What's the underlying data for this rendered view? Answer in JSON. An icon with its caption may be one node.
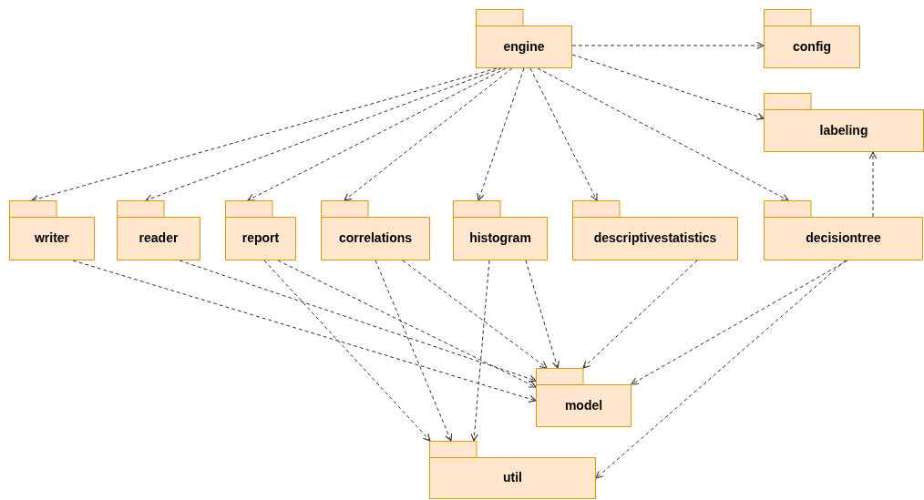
{
  "diagram": {
    "nodes": [
      {
        "text": [
          "engine"
        ]
      },
      {
        "text": [
          "config"
        ]
      },
      {
        "text": [
          "labeling"
        ]
      },
      {
        "text": [
          "writer"
        ]
      },
      {
        "text": [
          "reader"
        ]
      },
      {
        "text": [
          "report"
        ]
      },
      {
        "text": [
          "correlations"
        ]
      },
      {
        "text": [
          "histogram"
        ]
      },
      {
        "text": [
          "descriptivestatistics"
        ]
      },
      {
        "text": [
          "decisiontree"
        ]
      },
      {
        "text": [
          "model"
        ]
      },
      {
        "text": [
          "util"
        ]
      }
    ],
    "edges": [
      {
        "from": 0,
        "to": 1,
        "arrow": "to"
      },
      {
        "from": 0,
        "to": 2,
        "arrow": "to"
      },
      {
        "from": 0,
        "to": 3,
        "arrow": "to"
      },
      {
        "from": 0,
        "to": 4,
        "arrow": "to"
      },
      {
        "from": 0,
        "to": 5,
        "arrow": "to"
      },
      {
        "from": 0,
        "to": 6,
        "arrow": "to"
      },
      {
        "from": 0,
        "to": 7,
        "arrow": "to"
      },
      {
        "from": 0,
        "to": 8,
        "arrow": "to"
      },
      {
        "from": 0,
        "to": 9,
        "arrow": "to"
      },
      {
        "from": 9,
        "to": 2,
        "arrow": "to"
      },
      {
        "from": 3,
        "to": 10,
        "arrow": "to"
      },
      {
        "from": 4,
        "to": 10,
        "arrow": "to"
      },
      {
        "from": 5,
        "to": 10,
        "arrow": "to"
      },
      {
        "from": 5,
        "to": 11,
        "arrow": "to"
      },
      {
        "from": 6,
        "to": 10,
        "arrow": "to"
      },
      {
        "from": 6,
        "to": 11,
        "arrow": "to"
      },
      {
        "from": 7,
        "to": 10,
        "arrow": "to"
      },
      {
        "from": 7,
        "to": 11,
        "arrow": "to"
      },
      {
        "from": 8,
        "to": 10,
        "arrow": "to"
      },
      {
        "from": 9,
        "to": 10,
        "arrow": "to"
      },
      {
        "from": 9,
        "to": 11,
        "arrow": "to"
      }
    ]
  }
}
